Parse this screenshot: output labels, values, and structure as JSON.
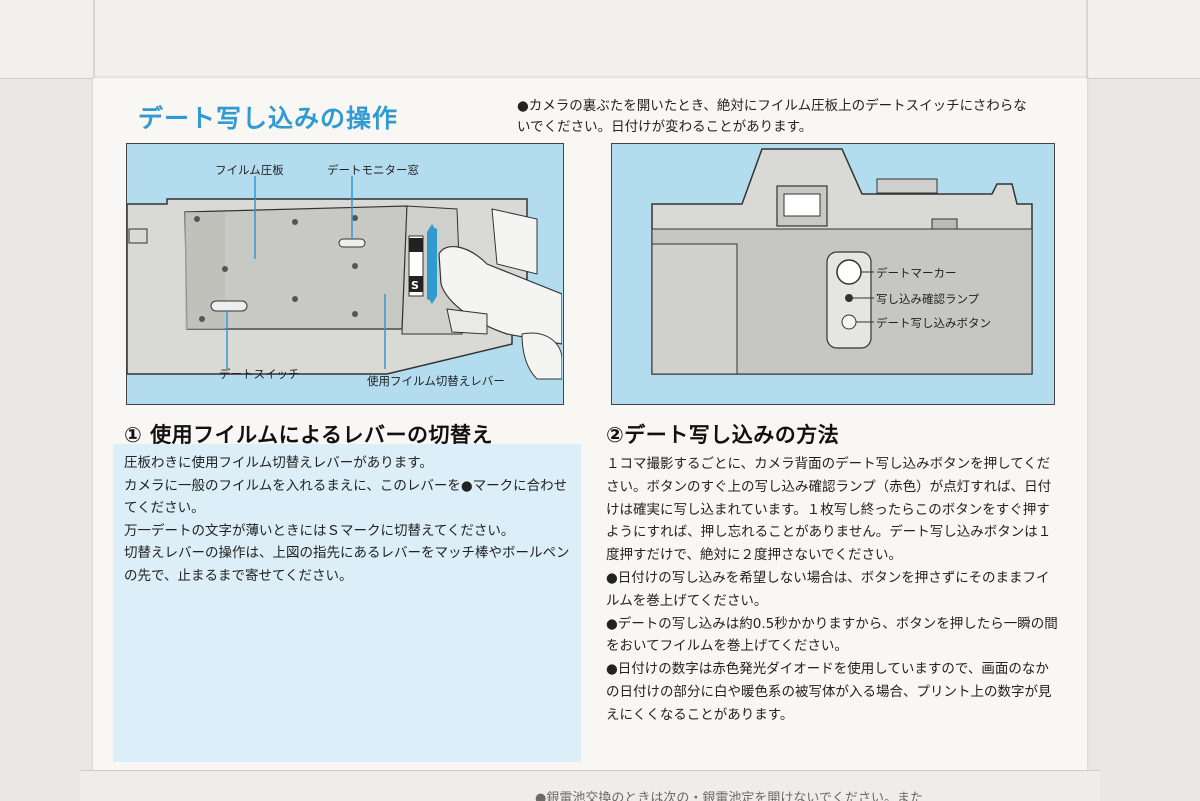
{
  "page": {
    "title": "デート写し込みの操作",
    "note": "●カメラの裏ぶたを開いたとき、絶対にフイルム圧板上のデートスイッチにさわらないでください。日付けが変わることがあります。"
  },
  "figure1": {
    "labels": {
      "pressure_plate": "フイルム圧板",
      "monitor_window": "デートモニター窓",
      "date_switch": "デートスイッチ",
      "film_lever": "使用フイルム切替えレバー"
    },
    "marks": {
      "s": "S"
    }
  },
  "figure2": {
    "labels": {
      "date_marker": "デートマーカー",
      "confirm_lamp": "写し込み確認ランプ",
      "imprint_button": "デート写し込みボタン"
    }
  },
  "section1": {
    "heading": "① 使用フイルムによるレバーの切替え",
    "paragraphs": [
      "圧板わきに使用フイルム切替えレバーがあります。",
      "カメラに一般のフイルムを入れるまえに、このレバーを●マークに合わせてください。",
      "万一デートの文字が薄いときにはＳマークに切替えてください。",
      "切替えレバーの操作は、上図の指先にあるレバーをマッチ棒やボールペンの先で、止まるまで寄せてください。"
    ]
  },
  "section2": {
    "heading": "②デート写し込みの方法",
    "paragraphs": [
      "１コマ撮影するごとに、カメラ背面のデート写し込みボタンを押してください。ボタンのすぐ上の写し込み確認ランプ（赤色）が点灯すれば、日付けは確実に写し込まれています。１枚写し終ったらこのボタンをすぐ押すようにすれば、押し忘れることがありません。デート写し込みボタンは１度押すだけで、絶対に２度押さないでください。",
      "●日付けの写し込みを希望しない場合は、ボタンを押さずにそのままフイルムを巻上げてください。",
      "●デートの写し込みは約0.5秒かかりますから、ボタンを押したら一瞬の間をおいてフイルムを巻上げてください。",
      "●日付けの数字は赤色発光ダイオードを使用していますので、画面のなかの日付けの部分に白や暖色系の被写体が入る場合、プリント上の数字が見えにくくなることがあります。"
    ]
  },
  "footer": {
    "partial_text": "●銀電池交換のときは次の・銀電池定を開けないでください。また"
  },
  "colors": {
    "accent": "#2f9bd0",
    "figure_bg": "#b4dcef",
    "panel_bg": "#dceef7"
  }
}
